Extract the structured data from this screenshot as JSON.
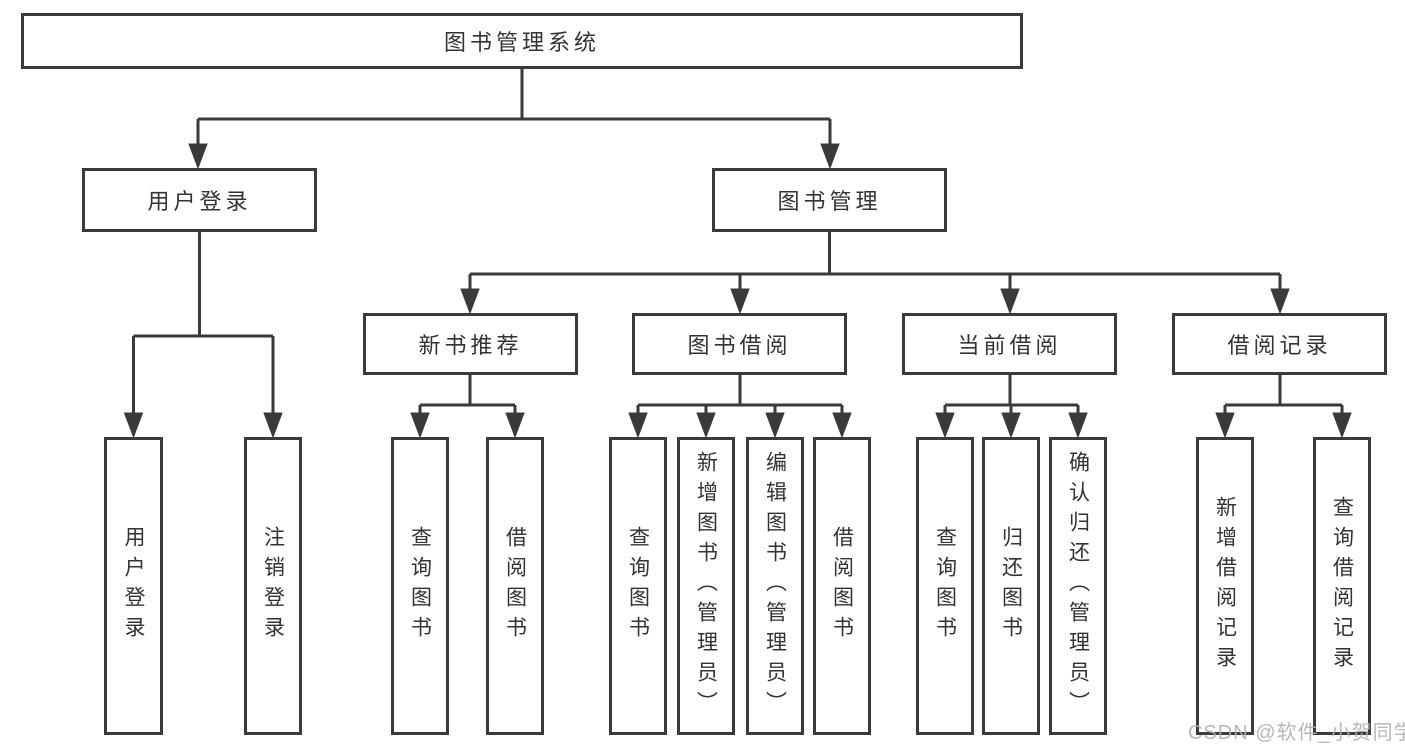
{
  "tree": {
    "label": "图书管理系统",
    "children": [
      {
        "label": "用户登录",
        "children": [
          {
            "label": "用户登录"
          },
          {
            "label": "注销登录"
          }
        ]
      },
      {
        "label": "图书管理",
        "children": [
          {
            "label": "新书推荐",
            "children": [
              {
                "label": "查询图书"
              },
              {
                "label": "借阅图书"
              }
            ]
          },
          {
            "label": "图书借阅",
            "children": [
              {
                "label": "查询图书"
              },
              {
                "label": "新增图书（管理员）"
              },
              {
                "label": "编辑图书（管理员）"
              },
              {
                "label": "借阅图书"
              }
            ]
          },
          {
            "label": "当前借阅",
            "children": [
              {
                "label": "查询图书"
              },
              {
                "label": "归还图书"
              },
              {
                "label": "确认归还（管理员）"
              }
            ]
          },
          {
            "label": "借阅记录",
            "children": [
              {
                "label": "新增借阅记录"
              },
              {
                "label": "查询借阅记录"
              }
            ]
          }
        ]
      }
    ]
  },
  "watermark": {
    "text": "CSDN @软件_小贺同学"
  },
  "colors": {
    "line": "#3a3a3a",
    "text": "#333333",
    "background": "#ffffff",
    "watermark": "#afafaf"
  }
}
